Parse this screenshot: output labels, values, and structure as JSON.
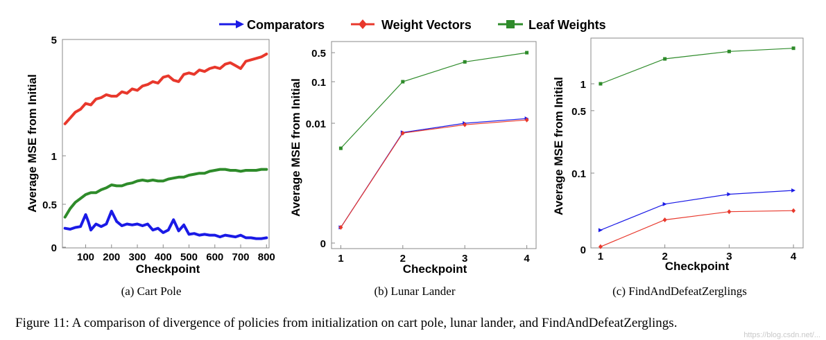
{
  "figure": {
    "caption": "Figure 11: A comparison of divergence of policies from initialization on cart pole, lunar lander, and FindAndDefeatZerglings.",
    "watermark": "https://blog.csdn.net/..."
  },
  "legend": [
    {
      "name": "Comparators",
      "color": "#1a1ae6",
      "marker": "triangle-right"
    },
    {
      "name": "Weight Vectors",
      "color": "#e8382c",
      "marker": "diamond"
    },
    {
      "name": "Leaf Weights",
      "color": "#2e8b2a",
      "marker": "square"
    }
  ],
  "chart_data": [
    {
      "type": "line",
      "subcaption": "(a) Cart Pole",
      "xlabel": "Checkpoint",
      "ylabel": "Average MSE from Initial",
      "xlim": [
        10,
        810
      ],
      "ylim": [
        0,
        5
      ],
      "yscale": "sqrt-like",
      "xticks": [
        100,
        200,
        300,
        400,
        500,
        600,
        700,
        800
      ],
      "yticks": [
        {
          "value": 0,
          "label": "0"
        },
        {
          "value": 0.5,
          "label": "0.5"
        },
        {
          "value": 1,
          "label": "1"
        },
        {
          "value": 5,
          "label": "5"
        }
      ],
      "grid": false,
      "series": [
        {
          "name": "Weight Vectors",
          "color": "#e8382c",
          "x": [
            20,
            40,
            60,
            80,
            100,
            120,
            140,
            160,
            180,
            200,
            220,
            240,
            260,
            280,
            300,
            320,
            340,
            360,
            380,
            400,
            420,
            440,
            460,
            480,
            500,
            520,
            540,
            560,
            580,
            600,
            620,
            640,
            660,
            680,
            700,
            720,
            740,
            760,
            780,
            800
          ],
          "values": [
            2.1,
            2.3,
            2.5,
            2.6,
            2.8,
            2.75,
            2.95,
            3.0,
            3.1,
            3.05,
            3.05,
            3.2,
            3.15,
            3.3,
            3.25,
            3.4,
            3.45,
            3.55,
            3.5,
            3.7,
            3.75,
            3.6,
            3.55,
            3.8,
            3.85,
            3.8,
            3.95,
            3.9,
            4.0,
            4.05,
            4.0,
            4.15,
            4.2,
            4.1,
            4.0,
            4.25,
            4.3,
            4.35,
            4.4,
            4.5
          ]
        },
        {
          "name": "Leaf Weights",
          "color": "#2e8b2a",
          "x": [
            20,
            40,
            60,
            80,
            100,
            120,
            140,
            160,
            180,
            200,
            220,
            240,
            260,
            280,
            300,
            320,
            340,
            360,
            380,
            400,
            420,
            440,
            460,
            480,
            500,
            520,
            540,
            560,
            580,
            600,
            620,
            640,
            660,
            680,
            700,
            720,
            740,
            760,
            780,
            800
          ],
          "values": [
            0.35,
            0.45,
            0.52,
            0.56,
            0.6,
            0.62,
            0.62,
            0.65,
            0.67,
            0.7,
            0.69,
            0.69,
            0.71,
            0.72,
            0.74,
            0.75,
            0.74,
            0.75,
            0.74,
            0.74,
            0.76,
            0.77,
            0.78,
            0.78,
            0.8,
            0.81,
            0.82,
            0.82,
            0.84,
            0.85,
            0.86,
            0.86,
            0.85,
            0.85,
            0.84,
            0.85,
            0.85,
            0.85,
            0.86,
            0.86
          ]
        },
        {
          "name": "Comparators",
          "color": "#1a1ae6",
          "x": [
            20,
            40,
            60,
            80,
            100,
            110,
            120,
            140,
            160,
            180,
            200,
            210,
            220,
            240,
            260,
            280,
            300,
            320,
            340,
            360,
            380,
            400,
            420,
            440,
            460,
            480,
            500,
            520,
            540,
            560,
            580,
            600,
            620,
            640,
            660,
            680,
            700,
            720,
            740,
            760,
            780,
            800
          ],
          "values": [
            0.22,
            0.21,
            0.23,
            0.24,
            0.38,
            0.3,
            0.2,
            0.27,
            0.24,
            0.27,
            0.42,
            0.36,
            0.3,
            0.25,
            0.27,
            0.26,
            0.27,
            0.25,
            0.27,
            0.2,
            0.22,
            0.17,
            0.2,
            0.32,
            0.19,
            0.26,
            0.15,
            0.16,
            0.14,
            0.15,
            0.14,
            0.14,
            0.12,
            0.14,
            0.13,
            0.12,
            0.14,
            0.11,
            0.11,
            0.1,
            0.1,
            0.11
          ]
        }
      ]
    },
    {
      "type": "line",
      "subcaption": "(b) Lunar Lander",
      "xlabel": "Checkpoint",
      "ylabel": "Average MSE from Initial",
      "xlim": [
        0.85,
        4.15
      ],
      "yscale": "symlog",
      "xticks": [
        1,
        2,
        3,
        4
      ],
      "yticks": [
        {
          "value": 0,
          "label": "0"
        },
        {
          "value": 0.01,
          "label": "0.01"
        },
        {
          "value": 0.1,
          "label": "0.1"
        },
        {
          "value": 0.5,
          "label": "0.5"
        }
      ],
      "grid": false,
      "series": [
        {
          "name": "Leaf Weights",
          "color": "#2e8b2a",
          "x": [
            1,
            2,
            3,
            4
          ],
          "values": [
            0.0025,
            0.1,
            0.3,
            0.5
          ]
        },
        {
          "name": "Comparators",
          "color": "#1a1ae6",
          "x": [
            1,
            2,
            3,
            4
          ],
          "values": [
            0.0002,
            0.006,
            0.01,
            0.013
          ]
        },
        {
          "name": "Weight Vectors",
          "color": "#e8382c",
          "x": [
            1,
            2,
            3,
            4
          ],
          "values": [
            0.0002,
            0.0058,
            0.0092,
            0.012
          ]
        }
      ]
    },
    {
      "type": "line",
      "subcaption": "(c) FindAndDefeatZerglings",
      "xlabel": "Checkpoint",
      "ylabel": "Average MSE from Initial",
      "xlim": [
        0.85,
        4.15
      ],
      "yscale": "symlog",
      "xticks": [
        1,
        2,
        3,
        4
      ],
      "yticks": [
        {
          "value": 0,
          "label": "0"
        },
        {
          "value": 0.1,
          "label": "0.1"
        },
        {
          "value": 0.5,
          "label": "0.5"
        },
        {
          "value": 1,
          "label": "1"
        }
      ],
      "grid": false,
      "series": [
        {
          "name": "Leaf Weights",
          "color": "#2e8b2a",
          "x": [
            1,
            2,
            3,
            4
          ],
          "values": [
            1.0,
            1.9,
            2.3,
            2.5
          ]
        },
        {
          "name": "Comparators",
          "color": "#1a1ae6",
          "x": [
            1,
            2,
            3,
            4
          ],
          "values": [
            0.023,
            0.045,
            0.058,
            0.064
          ]
        },
        {
          "name": "Weight Vectors",
          "color": "#e8382c",
          "x": [
            1,
            2,
            3,
            4
          ],
          "values": [
            0.015,
            0.03,
            0.037,
            0.038
          ]
        }
      ]
    }
  ]
}
